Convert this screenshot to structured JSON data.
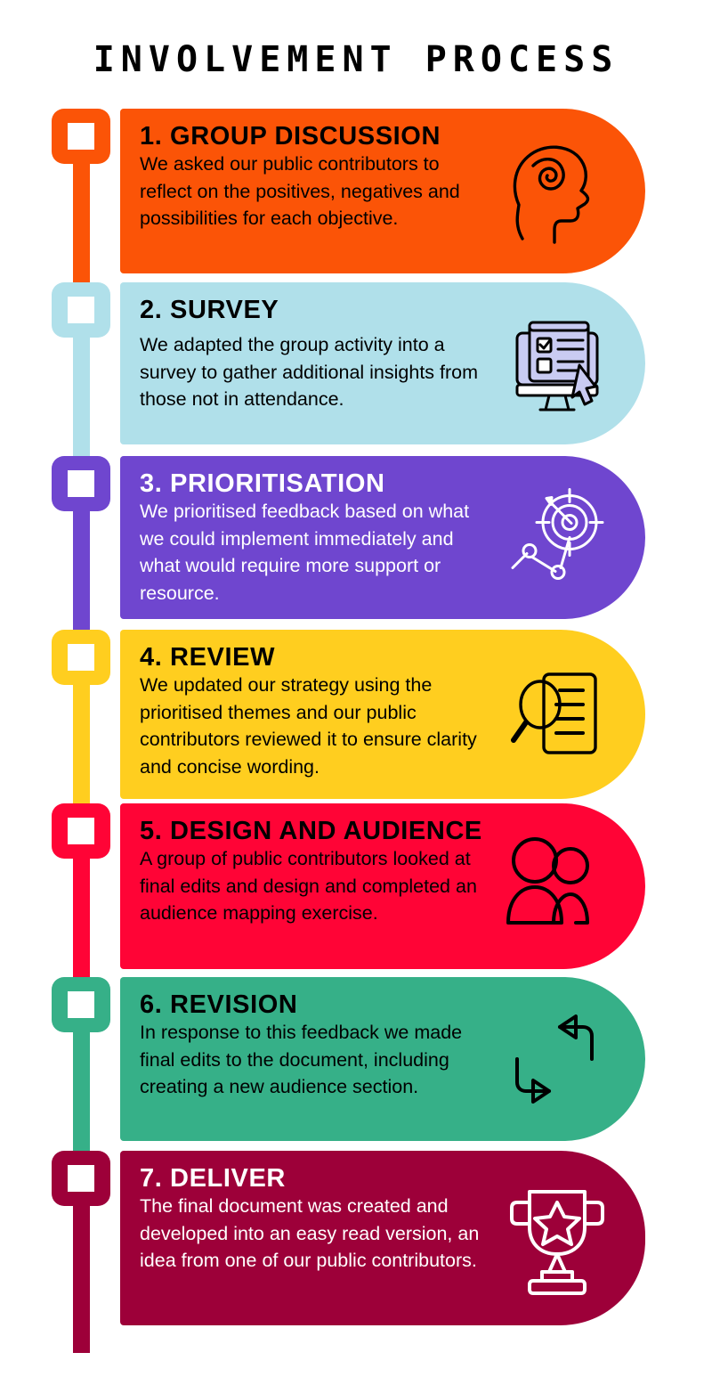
{
  "page": {
    "title": "INVOLVEMENT PROCESS",
    "background": "#FFFFFF"
  },
  "palette": {
    "orange": "#FB5407",
    "light_blue": "#B0E0EA",
    "purple": "#6F46CF",
    "yellow": "#FFCE1F",
    "red": "#FF0436",
    "green": "#36B088",
    "maroon": "#9D0039",
    "text_dark": "#000000",
    "text_light": "#FFFFFF",
    "icon_accent": "#C9CBF2"
  },
  "steps": [
    {
      "number": "1",
      "heading": "1. GROUP DISCUSSION",
      "body": "We asked our public contributors to reflect on the positives, negatives and possibilities for each objective.",
      "color": "#FB5407",
      "text_color": "#000000",
      "icon": "head-brain-icon"
    },
    {
      "number": "2",
      "heading": "2. SURVEY",
      "body": "We adapted the group activity into a survey to gather additional insights from those not in attendance.",
      "color": "#B0E0EA",
      "text_color": "#000000",
      "icon": "survey-monitor-icon"
    },
    {
      "number": "3",
      "heading": "3. PRIORITISATION",
      "body": "We prioritised feedback based on what we could implement immediately and what would require more support or resource.",
      "color": "#6F46CF",
      "text_color": "#FFFFFF",
      "icon": "target-arrow-icon"
    },
    {
      "number": "4",
      "heading": "4. REVIEW",
      "body": "We updated our strategy using the prioritised themes and our public contributors reviewed it to ensure clarity and concise wording.",
      "color": "#FFCE1F",
      "text_color": "#000000",
      "icon": "magnifier-document-icon"
    },
    {
      "number": "5",
      "heading": "5. DESIGN AND AUDIENCE",
      "body": "A group of public contributors looked at final edits and design and completed an audience mapping exercise.",
      "color": "#FF0436",
      "text_color": "#000000",
      "icon": "two-people-icon"
    },
    {
      "number": "6",
      "heading": "6. REVISION",
      "body": "In response to this feedback we made final edits to the document, including creating a new audience section.",
      "color": "#36B088",
      "text_color": "#000000",
      "icon": "cycle-arrows-icon"
    },
    {
      "number": "7",
      "heading": "7. DELIVER",
      "body": "The final document was created and developed into an easy read version, an idea from one of our public contributors.",
      "color": "#9D0039",
      "text_color": "#FFFFFF",
      "icon": "trophy-icon"
    }
  ]
}
